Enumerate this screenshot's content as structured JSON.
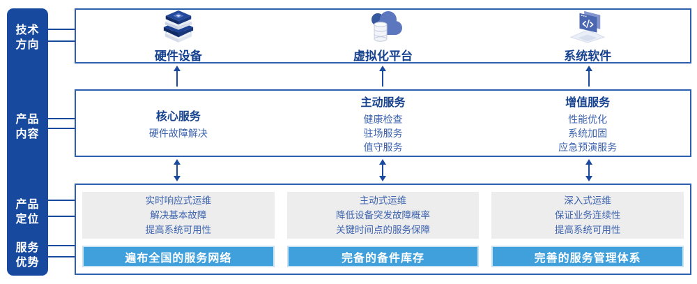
{
  "colors": {
    "navy": "#17499e",
    "box-border": "#2d5fae",
    "title-text": "#15418e",
    "body-text": "#3d63ad",
    "banner-fill": "#3fa0dc",
    "banner-border": "#c9e2f4",
    "gray-panel": "#ededee",
    "arrow": "#1a4a9d"
  },
  "sidebar": {
    "items": [
      {
        "label": "技术\n方向"
      },
      {
        "label": "产品\n内容"
      },
      {
        "label": "产品\n定位"
      },
      {
        "label": "服务\n优势"
      }
    ]
  },
  "tech_row": {
    "columns": [
      {
        "icon": "hardware-stack-icon",
        "label": "硬件设备"
      },
      {
        "icon": "cloud-database-icon",
        "label": "虚拟化平台"
      },
      {
        "icon": "code-window-icon",
        "label": "系统软件"
      }
    ]
  },
  "content_row": {
    "columns": [
      {
        "title": "核心服务",
        "items": [
          "硬件故障解决"
        ]
      },
      {
        "title": "主动服务",
        "items": [
          "健康检查",
          "驻场服务",
          "值守服务"
        ]
      },
      {
        "title": "增值服务",
        "items": [
          "性能优化",
          "系统加固",
          "应急预演服务"
        ]
      }
    ]
  },
  "positioning_row": {
    "columns": [
      {
        "points": [
          "实时响应式运维",
          "解决基本故障",
          "提高系统可用性"
        ],
        "banner": "遍布全国的服务网络"
      },
      {
        "points": [
          "主动式运维",
          "降低设备突发故障概率",
          "关键时间点的服务保障"
        ],
        "banner": "完备的备件库存"
      },
      {
        "points": [
          "深入式运维",
          "保证业务连续性",
          "提高系统可用性"
        ],
        "banner": "完善的服务管理体系"
      }
    ]
  }
}
